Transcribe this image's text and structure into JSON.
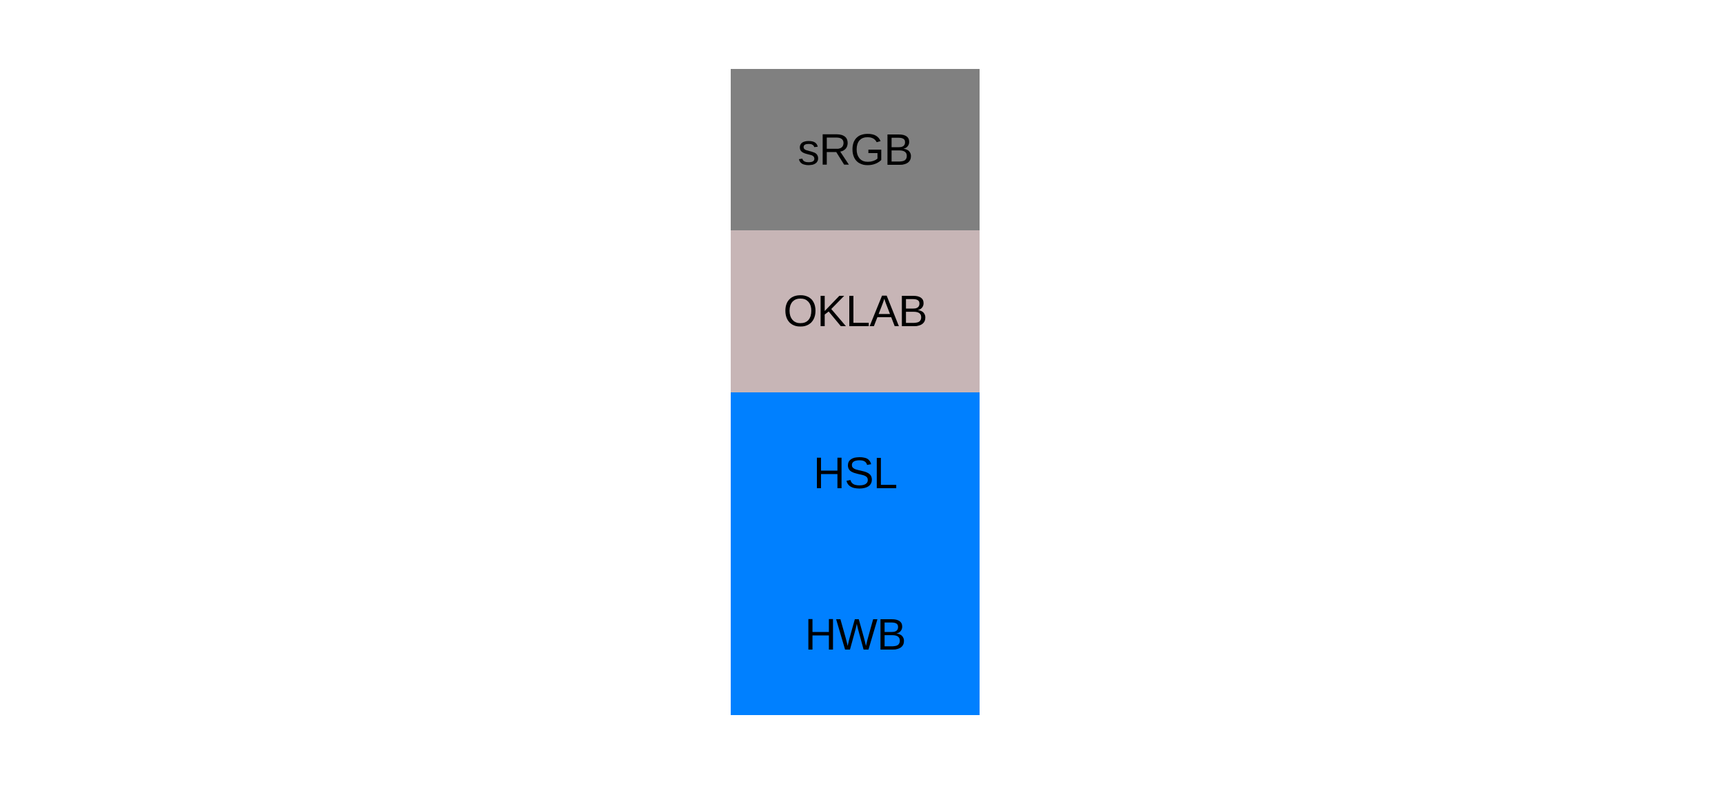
{
  "page": {
    "background_color": "#ffffff",
    "text_color": "#000000"
  },
  "swatches": {
    "items": [
      {
        "label": "sRGB",
        "color": "#808080"
      },
      {
        "label": "OKLAB",
        "color": "#c7b5b6"
      },
      {
        "label": "HSL",
        "color": "#0080ff"
      },
      {
        "label": "HWB",
        "color": "#0080ff"
      }
    ]
  }
}
